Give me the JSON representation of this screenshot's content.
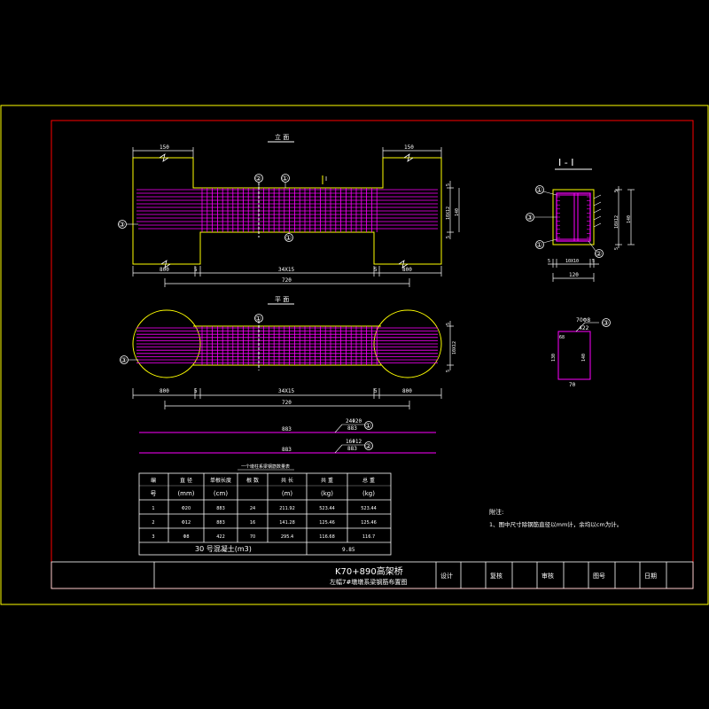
{
  "views": {
    "elevation_title": "立 面",
    "plan_title": "平 面",
    "section_title": "I - I"
  },
  "elevation": {
    "dim_left_top": "150",
    "dim_right_top": "150",
    "dim_right_1": "5",
    "dim_right_2": "10X12",
    "dim_right_3": "140",
    "dim_right_4": "5",
    "dim_bottom_left": "800",
    "dim_bottom_5a": "5",
    "dim_bottom_mid": "34X15",
    "dim_bottom_5b": "5",
    "dim_bottom_right": "800",
    "dim_total": "720",
    "cut_mark": "I",
    "bar_labels": [
      "②",
      "①",
      "③",
      "①"
    ]
  },
  "plan": {
    "dim_right_1": "5",
    "dim_right_2": "10X12",
    "dim_right_3": "5",
    "dim_bottom_left": "800",
    "dim_bottom_5a": "5",
    "dim_bottom_mid": "34X15",
    "dim_bottom_5b": "5",
    "dim_bottom_right": "800",
    "dim_total": "720",
    "bar_labels": [
      "①",
      "③"
    ]
  },
  "section": {
    "dims_bottom": [
      "5",
      "10X10",
      "5"
    ],
    "dim_bottom_total": "120",
    "dim_right_a": "5",
    "dim_right_b": "10X12",
    "dim_right_c": "140",
    "dim_right_d": "5",
    "bar_labels": [
      "①",
      "③",
      "①",
      "②"
    ]
  },
  "stirrup": {
    "label_top": "70Φ8",
    "label_top2": "422",
    "dim_left": "130",
    "dim_right": "140",
    "dim_bottom": "70",
    "dim_side": "68",
    "bar_label": "③"
  },
  "bars": {
    "bar1_top": "24Φ20",
    "bar1_bottom": "883",
    "bar1_length": "883",
    "bar1_label": "①",
    "bar2_top": "16Φ12",
    "bar2_bottom": "883",
    "bar2_length": "883",
    "bar2_label": "②"
  },
  "table": {
    "title": "一个墩柱系梁钢筋数量表",
    "header1": [
      "编",
      "直 径",
      "单根长度",
      "根 数",
      "共 长",
      "共 重",
      "总 重"
    ],
    "header2": [
      "号",
      "(mm)",
      "(cm)",
      "",
      "(m)",
      "(kg)",
      "(kg)"
    ],
    "rows": [
      [
        "1",
        "Φ20",
        "883",
        "24",
        "211.92",
        "523.44",
        "523.44"
      ],
      [
        "2",
        "Φ12",
        "883",
        "16",
        "141.28",
        "125.46",
        "125.46"
      ],
      [
        "3",
        "Φ8",
        "422",
        "70",
        "295.4",
        "116.68",
        "116.7"
      ]
    ],
    "concrete_label": "30 号混凝土(m3)",
    "concrete_value": "9.85"
  },
  "notes": {
    "heading": "附注:",
    "line1": "1、图中尺寸除钢筋直径以mm计，余均以cm为计。"
  },
  "title_block": {
    "project": "K70+890高架桥",
    "drawing": "左幅7#墩墩系梁钢筋布置图",
    "design": "设计",
    "review": "复核",
    "audit": "审核",
    "drawing_no": "图号",
    "date": "日期"
  },
  "colors": {
    "background": "#000000",
    "outer_frame": "#ffff00",
    "inner_frame": "#ff0000",
    "rebar": "#ff00ff",
    "outline": "#ffff00",
    "text": "#ffffff",
    "dimension": "#ffffff",
    "section_cut": "#ffff00"
  }
}
